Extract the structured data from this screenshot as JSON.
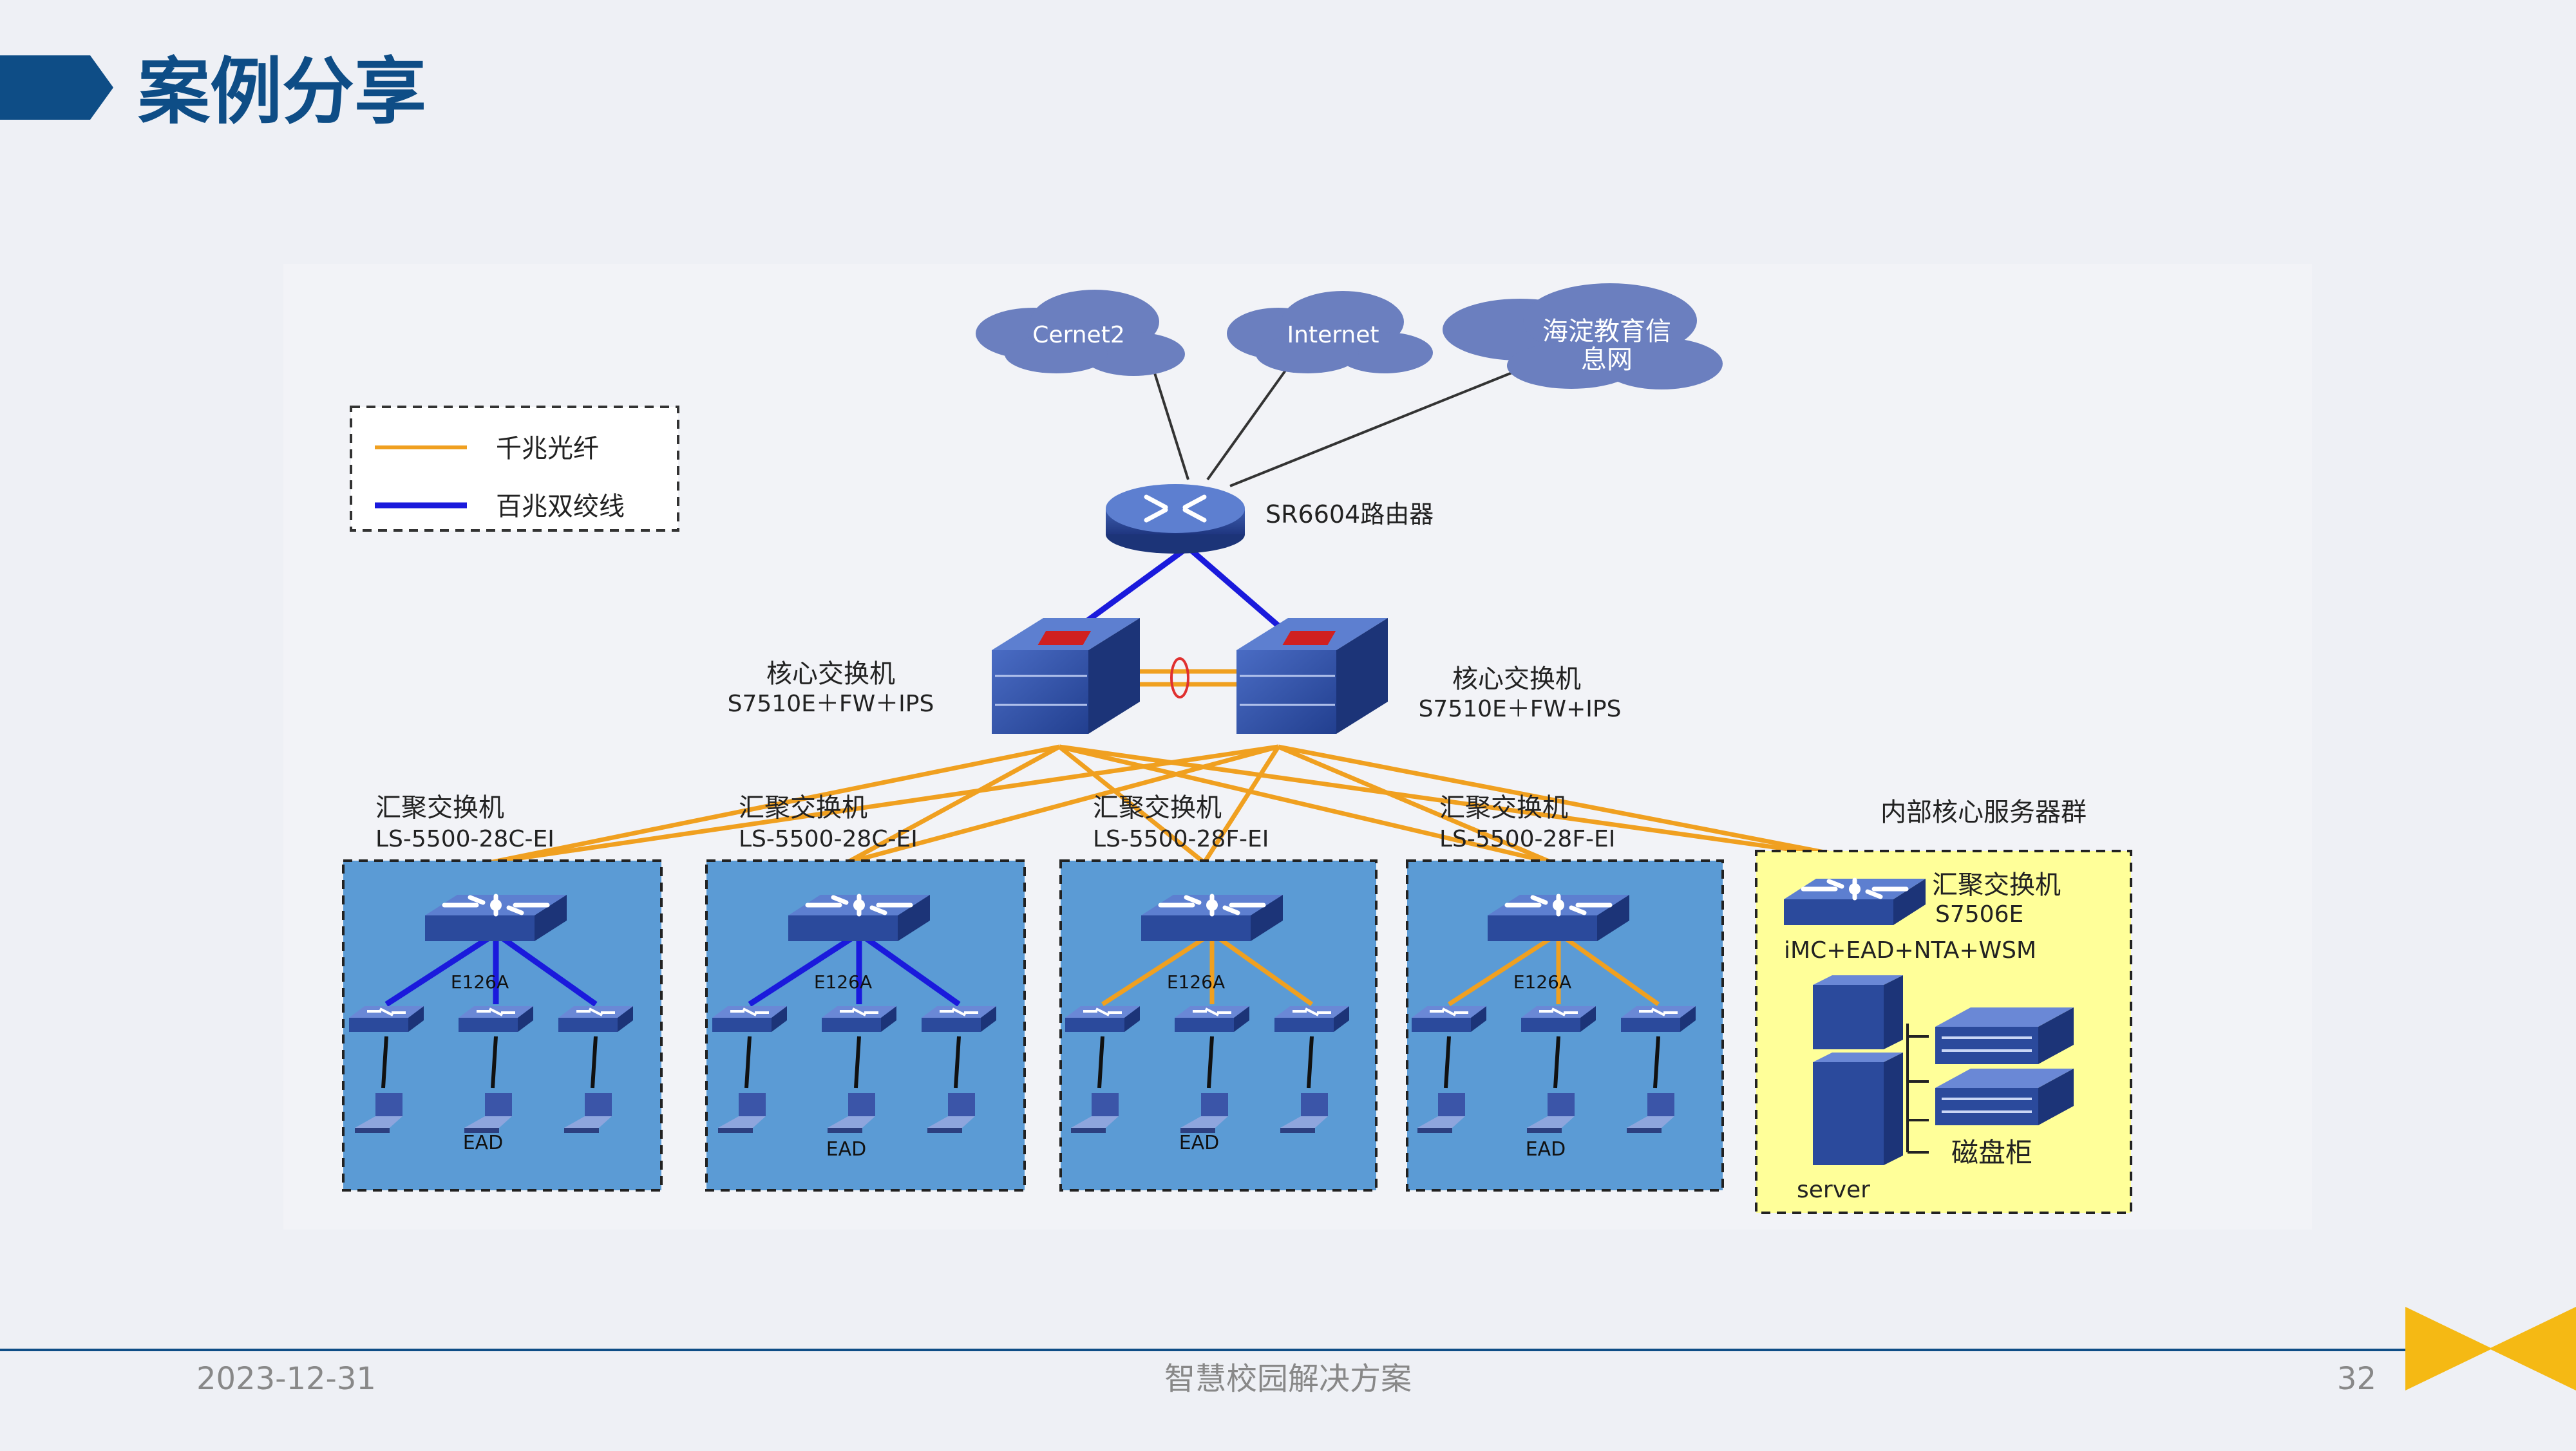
{
  "slide": {
    "title": "案例分享",
    "footer_date": "2023-12-31",
    "footer_center": "智慧校园解决方案",
    "page_number": "32"
  },
  "colors": {
    "brand_blue": "#0e4d86",
    "fiber_orange": "#f0a020",
    "copper_blue": "#1a1adc",
    "zone_blue": "#5b9bd5",
    "server_zone_yellow": "#ffff99",
    "cloud": "#6b7fbf",
    "accent_yellow": "#f5b914"
  },
  "diagram": {
    "legend": {
      "gigabit_fiber": "千兆光纤",
      "fast_ethernet_twisted_pair": "百兆双绞线"
    },
    "clouds": {
      "cernet": "Cernet2",
      "internet": "Internet",
      "haidian_line1": "海淀教育信",
      "haidian_line2": "息网"
    },
    "router": {
      "label": "SR6604路由器"
    },
    "core_left": {
      "name": "核心交换机",
      "model": "S7510E＋FW＋IPS"
    },
    "core_right": {
      "name": "核心交换机",
      "model": "S7510E＋FW+IPS"
    },
    "aggregation": [
      {
        "name": "汇聚交换机",
        "model": "LS-5500-28C-EI",
        "access_model": "E126A",
        "ead": "EAD"
      },
      {
        "name": "汇聚交换机",
        "model": "LS-5500-28C-EI",
        "access_model": "E126A",
        "ead": "EAD"
      },
      {
        "name": "汇聚交换机",
        "model": "LS-5500-28F-EI",
        "access_model": "E126A",
        "ead": "EAD"
      },
      {
        "name": "汇聚交换机",
        "model": "LS-5500-28F-EI",
        "access_model": "E126A",
        "ead": "EAD"
      }
    ],
    "server_group": {
      "title": "内部核心服务器群",
      "switch_name": "汇聚交换机",
      "switch_model": "S7506E",
      "software": "iMC+EAD+NTA+WSM",
      "server_label": "server",
      "disk_label": "磁盘柜"
    }
  }
}
